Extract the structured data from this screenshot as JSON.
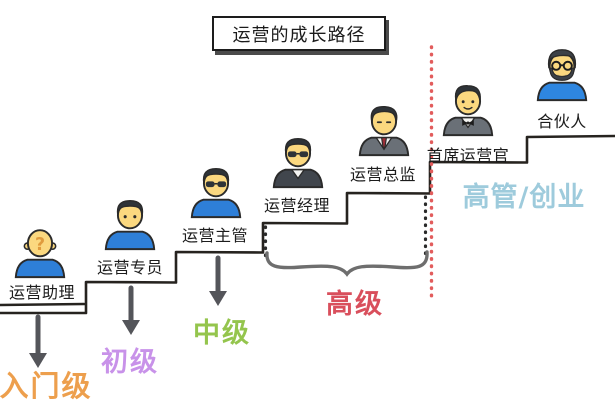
{
  "title": "运营的成长路径",
  "steps": [
    {
      "role": "运营助理",
      "avatar_icon": "person-question-mark",
      "shirt_color": "#2e7fd8"
    },
    {
      "role": "运营专员",
      "avatar_icon": "young-man-blue-shirt",
      "shirt_color": "#2e7fd8"
    },
    {
      "role": "运营主管",
      "avatar_icon": "man-with-glasses-blue-shirt",
      "shirt_color": "#2e7fd8"
    },
    {
      "role": "运营经理",
      "avatar_icon": "man-with-glasses-dark-top",
      "shirt_color": "#41464d"
    },
    {
      "role": "运营总监",
      "avatar_icon": "man-in-suit-red-tie",
      "shirt_color": "#6a7077"
    },
    {
      "role": "首席运营官",
      "avatar_icon": "man-in-suit-bow-tie",
      "shirt_color": "#6a7077"
    },
    {
      "role": "合伙人",
      "avatar_icon": "bearded-man-with-glasses",
      "shirt_color": "#2e86e0"
    }
  ],
  "levels": [
    {
      "label": "入门级",
      "color": "#ed9f4d"
    },
    {
      "label": "初级",
      "color": "#c892e9"
    },
    {
      "label": "中级",
      "color": "#94c54d"
    },
    {
      "label": "高级",
      "color": "#d94f5c"
    },
    {
      "label": "高管/创业",
      "color": "#9ecbdc"
    }
  ],
  "drawing_colors": {
    "stair_line": "#26231f",
    "arrow_gray": "#54555a",
    "brace_gray": "#6e6e6e",
    "dotted_black": "#2a2a2a",
    "dotted_red": "#e25c5c"
  }
}
